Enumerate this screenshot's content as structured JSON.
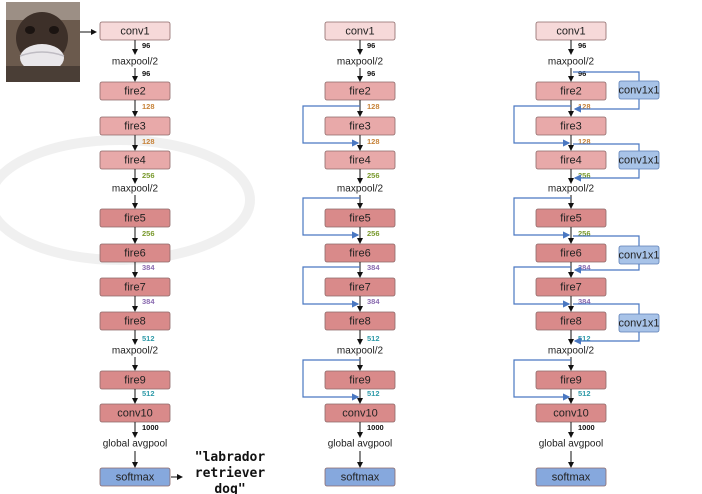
{
  "colors": {
    "conv1": "#f6d9d9",
    "fire_light": "#e8a9a9",
    "fire_dark": "#d98a8a",
    "softmax": "#86a8dd",
    "bypass_box": "#a8c3e8",
    "arrow_blue": "#4a78c2",
    "ch_orange": "#c7833a",
    "ch_green": "#7a9a2e",
    "ch_purple": "#8a6bb0",
    "ch_teal": "#2e9aa8",
    "ch_black": "#111111"
  },
  "layers": {
    "conv1": "conv1",
    "fire2": "fire2",
    "fire3": "fire3",
    "fire4": "fire4",
    "fire5": "fire5",
    "fire6": "fire6",
    "fire7": "fire7",
    "fire8": "fire8",
    "fire9": "fire9",
    "conv10": "conv10",
    "softmax": "softmax",
    "bypass": "conv1x1"
  },
  "ops": {
    "maxpool": "maxpool/2",
    "global_avgpool": "global avgpool"
  },
  "channels": {
    "c96": "96",
    "c128": "128",
    "c256": "256",
    "c384": "384",
    "c512": "512",
    "c1000": "1000"
  },
  "prediction": {
    "line1": "\"labrador",
    "line2": "retriever",
    "line3": "dog\""
  },
  "input_image": {
    "icon": "dog-with-mask-photo"
  }
}
